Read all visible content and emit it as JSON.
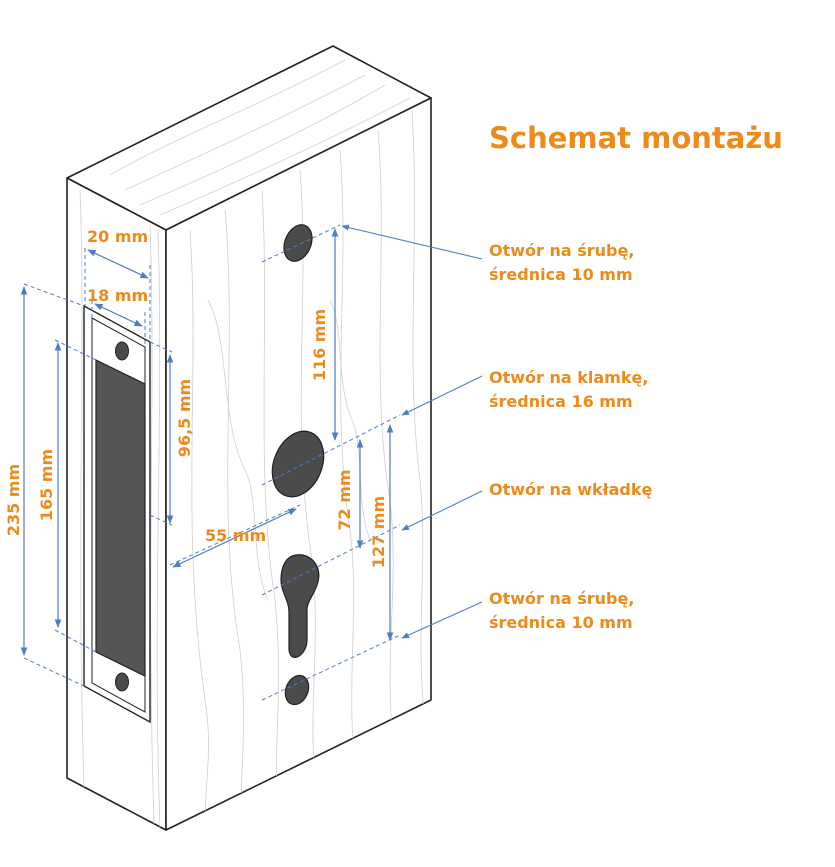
{
  "title": "Schemat montażu",
  "colors": {
    "accent": "#ec8a1c",
    "dimension_line": "#4f7ec4",
    "outline": "#222222",
    "hole": "#4b4b4b",
    "wood_grain": "#c9c9c9",
    "background": "#ffffff"
  },
  "dimensions": {
    "d20": "20 mm",
    "d18": "18 mm",
    "d235": "235 mm",
    "d165": "165 mm",
    "d96": "96,5 mm",
    "d116": "116 mm",
    "d55": "55 mm",
    "d72": "72 mm",
    "d127": "127 mm"
  },
  "callouts": [
    {
      "lines": [
        "Otwór na śrubę,",
        "średnica 10 mm"
      ]
    },
    {
      "lines": [
        "Otwór na klamkę,",
        "średnica 16 mm"
      ]
    },
    {
      "lines": [
        "Otwór na wkładkę"
      ]
    },
    {
      "lines": [
        "Otwór na śrubę,",
        "średnica 10 mm"
      ]
    }
  ]
}
